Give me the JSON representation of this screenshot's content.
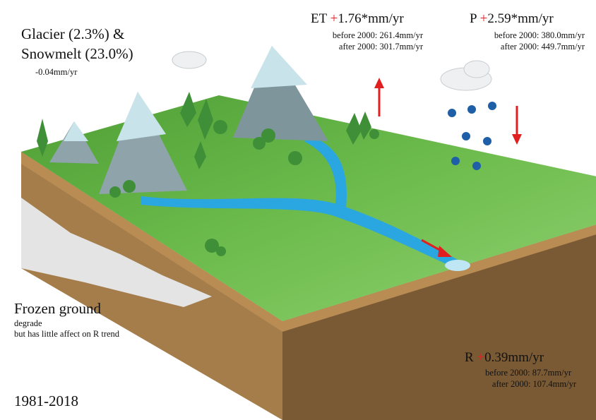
{
  "glacier": {
    "line1": "Glacier (2.3%) &",
    "line2": "Snowmelt (23.0%)",
    "trend": "-0.04mm/yr"
  },
  "et": {
    "label": "ET",
    "sign": "+",
    "trend": "1.76*mm/yr",
    "before": "before 2000: 261.4mm/yr",
    "after": "after 2000: 301.7mm/yr"
  },
  "p": {
    "label": "P",
    "sign": "+",
    "trend": "2.59*mm/yr",
    "before": "before 2000: 380.0mm/yr",
    "after": "after 2000: 449.7mm/yr"
  },
  "r": {
    "label": "R",
    "sign": "+",
    "trend": "0.39mm/yr",
    "before": "before 2000: 87.7mm/yr",
    "after": "after 2000: 107.4mm/yr"
  },
  "frozen": {
    "title": "Frozen ground",
    "line1": "degrade",
    "line2": "but has little affect on R trend"
  },
  "period": "1981-2018",
  "colors": {
    "grass": "#6dbf4a",
    "soil": "#8b6a3e",
    "river": "#2aa7e0",
    "arrow": "#e02020",
    "rain": "#1e5fa8"
  }
}
